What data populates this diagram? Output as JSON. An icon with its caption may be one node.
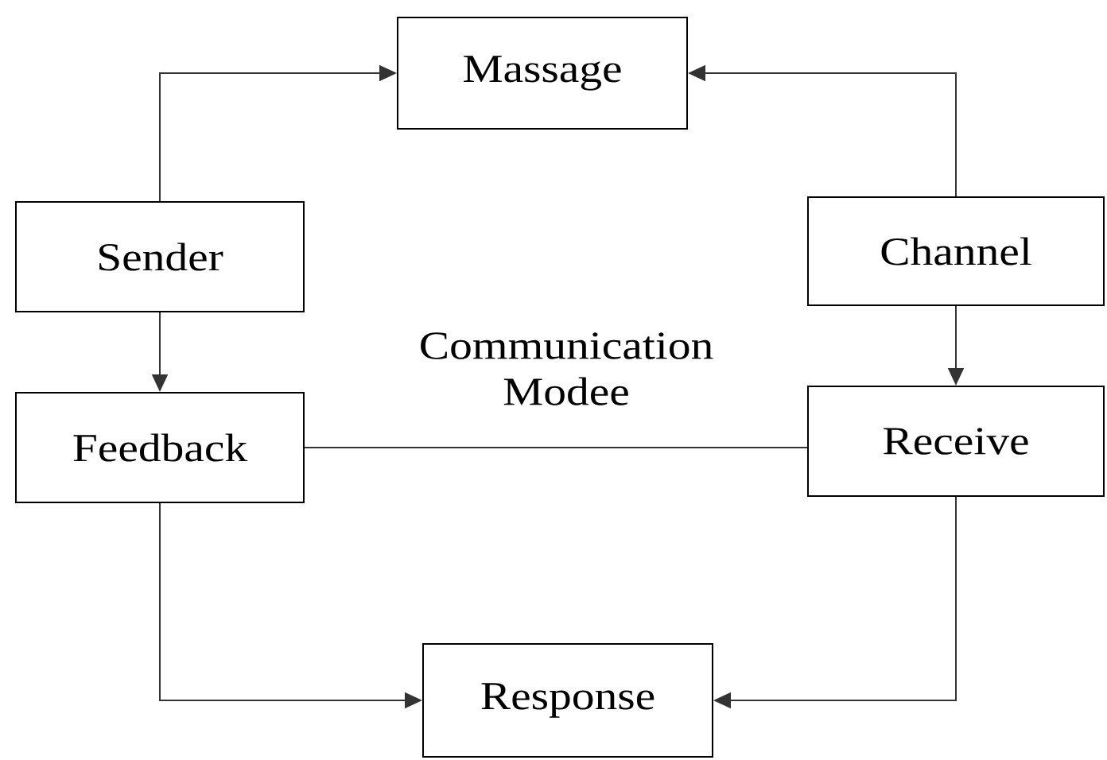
{
  "diagram": {
    "nodes": [
      {
        "text": [
          "Massage"
        ]
      },
      {
        "text": [
          "Sender"
        ]
      },
      {
        "text": [
          "Channel"
        ]
      },
      {
        "text": [
          "Feedback"
        ]
      },
      {
        "text": [
          "Receive"
        ]
      },
      {
        "text": [
          "Response"
        ]
      }
    ],
    "edges": [
      {
        "from": 1,
        "to": 0,
        "arrow": "to"
      },
      {
        "from": 2,
        "to": 0,
        "arrow": "to"
      },
      {
        "from": 1,
        "to": 3,
        "arrow": "to"
      },
      {
        "from": 2,
        "to": 4,
        "arrow": "to"
      },
      {
        "from": 3,
        "to": 4,
        "arrow": "none"
      },
      {
        "from": 3,
        "to": 5,
        "arrow": "to"
      },
      {
        "from": 4,
        "to": 5,
        "arrow": "to"
      }
    ],
    "labels": [
      "Communication Modee"
    ]
  }
}
